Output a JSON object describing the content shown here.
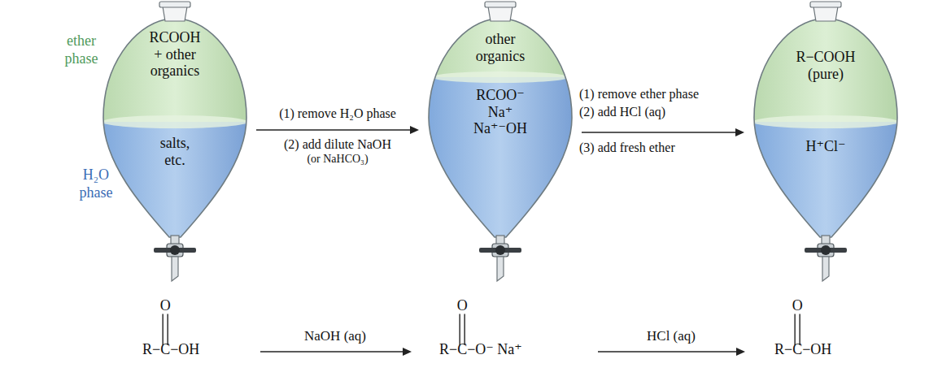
{
  "diagram": {
    "nodes": [
      {
        "text": [
          "RCOOH + other organics"
        ]
      },
      {
        "text": [
          "salts, etc."
        ]
      },
      {
        "text": [
          "other organics"
        ]
      },
      {
        "text": [
          "RCOO⁻ Na⁺ Na⁺⁻OH"
        ]
      },
      {
        "text": [
          "R−COOH (pure)"
        ]
      },
      {
        "text": [
          "H⁺Cl⁻"
        ]
      }
    ],
    "edges": [
      {
        "from": 1,
        "to": 3,
        "arrow": "to",
        "label": "(1) remove H₂O phase"
      },
      {
        "from": 3,
        "to": 5,
        "arrow": "to",
        "label": "(1) remove ether phase"
      }
    ],
    "labels": [
      "ether phase",
      "H₂O phase",
      "(2) add dilute NaOH",
      "(or NaHCO₃)",
      "(2) add HCl (aq)",
      "(3) add fresh ether",
      "O",
      "R−C−OH",
      "NaOH (aq)",
      "O",
      "R−C−O⁻ Na⁺",
      "HCl (aq)",
      "O",
      "R−C−OH"
    ]
  }
}
